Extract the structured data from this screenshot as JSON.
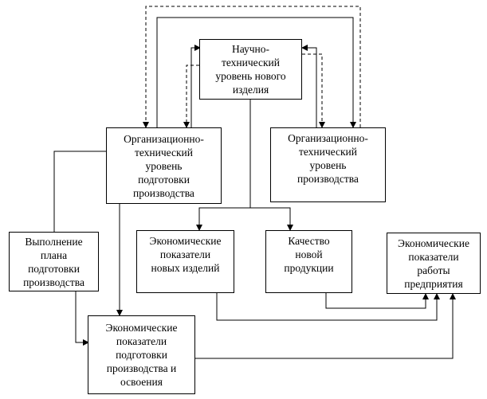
{
  "boxes": {
    "nti": "Научно-\nтехнический\nуровень нового\nизделия",
    "otpp": "Организационно-\nтехнический\nуровень\nподготовки\nпроизводства",
    "otp": "Организационно-\nтехнический\nуровень\nпроизводства",
    "vypolnenie": "Выполнение\nплана\nподготовки\nпроизводства",
    "ekon_nov": "Экономические\nпоказатели\nновых изделий",
    "kachestvo": "Качество\nновой\nпродукции",
    "ekon_rab": "Экономические\nпоказатели\nработы\nпредприятия",
    "ekon_podg": "Экономические\nпоказатели\nподготовки\nпроизводства и\nосвоения"
  }
}
